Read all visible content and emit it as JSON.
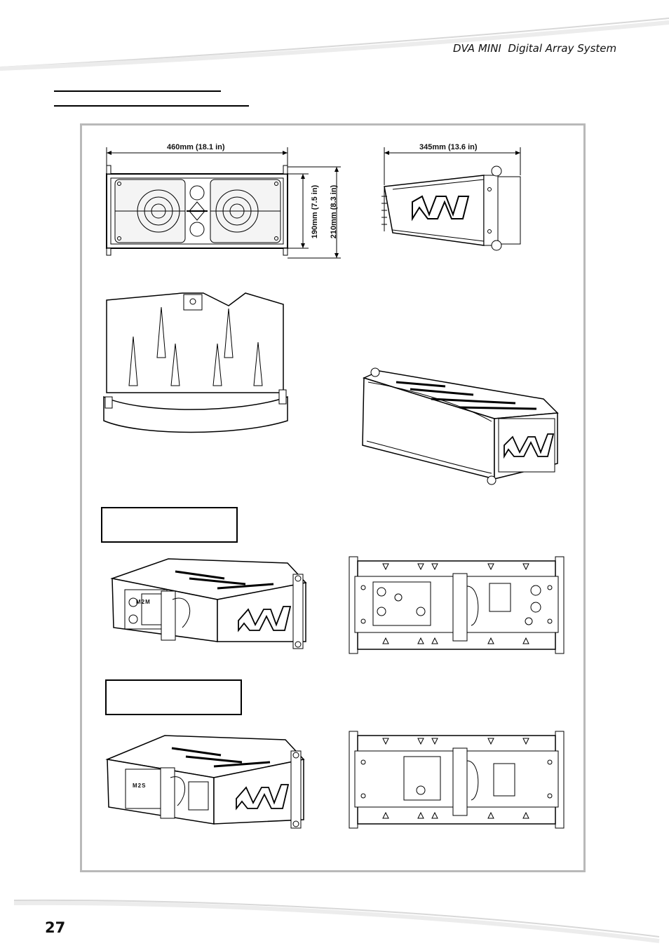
{
  "header": {
    "title": "DVA MINI  Digital Array System"
  },
  "figures": {
    "front_width_label": "460mm (18.1 in)",
    "front_height_inner_label": "190mm (7.5 in)",
    "front_height_outer_label": "210mm (8.3 in)",
    "side_depth_label": "345mm (13.6 in)",
    "m2m_panel_label": "M2M",
    "m2s_panel_label": "M2S",
    "logo_mark": "dva-logo-icon"
  },
  "footer": {
    "page_number": "27"
  },
  "colors": {
    "frame_border": "#b9b9b9",
    "ink": "#111111"
  }
}
